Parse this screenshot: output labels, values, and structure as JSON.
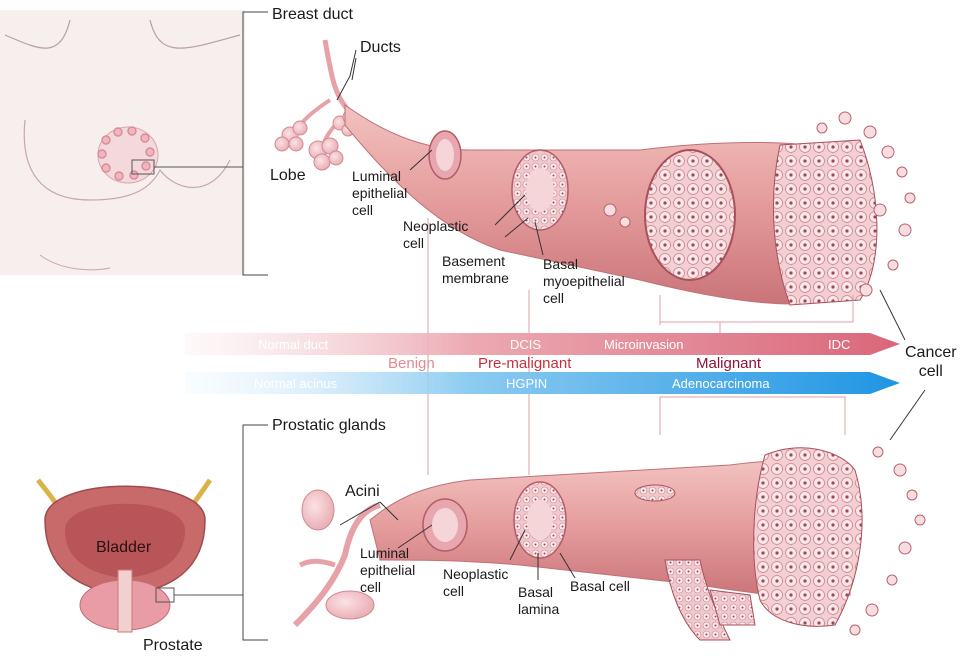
{
  "breast": {
    "title": "Breast duct",
    "ducts": "Ducts",
    "lobe": "Lobe",
    "luminal": "Luminal\nepithelial\ncell",
    "neoplastic": "Neoplastic\ncell",
    "basement": "Basement\nmembrane",
    "basal": "Basal\nmyoepithelial\ncell"
  },
  "progression": {
    "breast_band": [
      "Normal duct",
      "DCIS",
      "Microinvasion",
      "IDC"
    ],
    "stages": [
      "Benign",
      "Pre-malignant",
      "Malignant"
    ],
    "prostate_band": [
      "Normal acinus",
      "HGPIN",
      "Adenocarcinoma"
    ],
    "cancer_cell": "Cancer\ncell"
  },
  "prostate": {
    "title": "Prostatic glands",
    "acini": "Acini",
    "luminal": "Luminal\nepithelial\ncell",
    "neoplastic": "Neoplastic\ncell",
    "basal_lamina": "Basal\nlamina",
    "basal_cell": "Basal cell",
    "bladder": "Bladder",
    "prostate": "Prostate"
  },
  "colors": {
    "breast_band": "#e07d8c",
    "prostate_band": "#3aa3e6",
    "tissue": "#e39a9a",
    "tissue_dark": "#c86a72",
    "benign": "#e08a92",
    "premalignant": "#c6303f",
    "malignant": "#8e1235"
  }
}
